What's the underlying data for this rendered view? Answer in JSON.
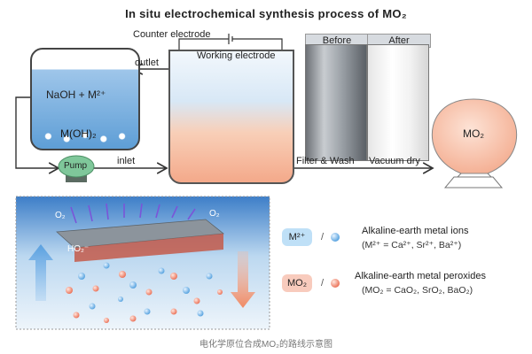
{
  "title": "In situ electrochemical synthesis process of MO₂",
  "labels": {
    "counter_electrode": "Counter electrode",
    "working_electrode": "Working electrode",
    "outlet": "outlet",
    "inlet": "inlet",
    "pump": "Pump",
    "tank_solution": "NaOH + M²⁺",
    "tank_precipitate": "M(OH)₂",
    "filter_wash": "Filter & Wash",
    "vacuum_dry": "Vacuum dry",
    "before": "Before",
    "after": "After",
    "product": "MO₂",
    "o2_left": "O₂",
    "o2_right": "O₂",
    "ho2": "HO₂⁻"
  },
  "legend": [
    {
      "symbol": "M²⁺",
      "name": "Alkaline-earth metal ions",
      "detail": "(M²⁺ = Ca²⁺, Sr²⁺, Ba²⁺)",
      "color": "#6fb3e8"
    },
    {
      "symbol": "MO₂",
      "name": "Alkaline-earth metal peroxides",
      "detail": "(MO₂ = CaO₂, SrO₂, BaO₂)",
      "color": "#f2826a"
    }
  ],
  "caption": "电化学原位合成MO₂的路线示意图",
  "colors": {
    "solution_blue": "#5e9ed6",
    "peroxide_salmon": "#f4a98a",
    "ion_blue": "#6fb3e8",
    "pump_green": "#7fc79a"
  }
}
